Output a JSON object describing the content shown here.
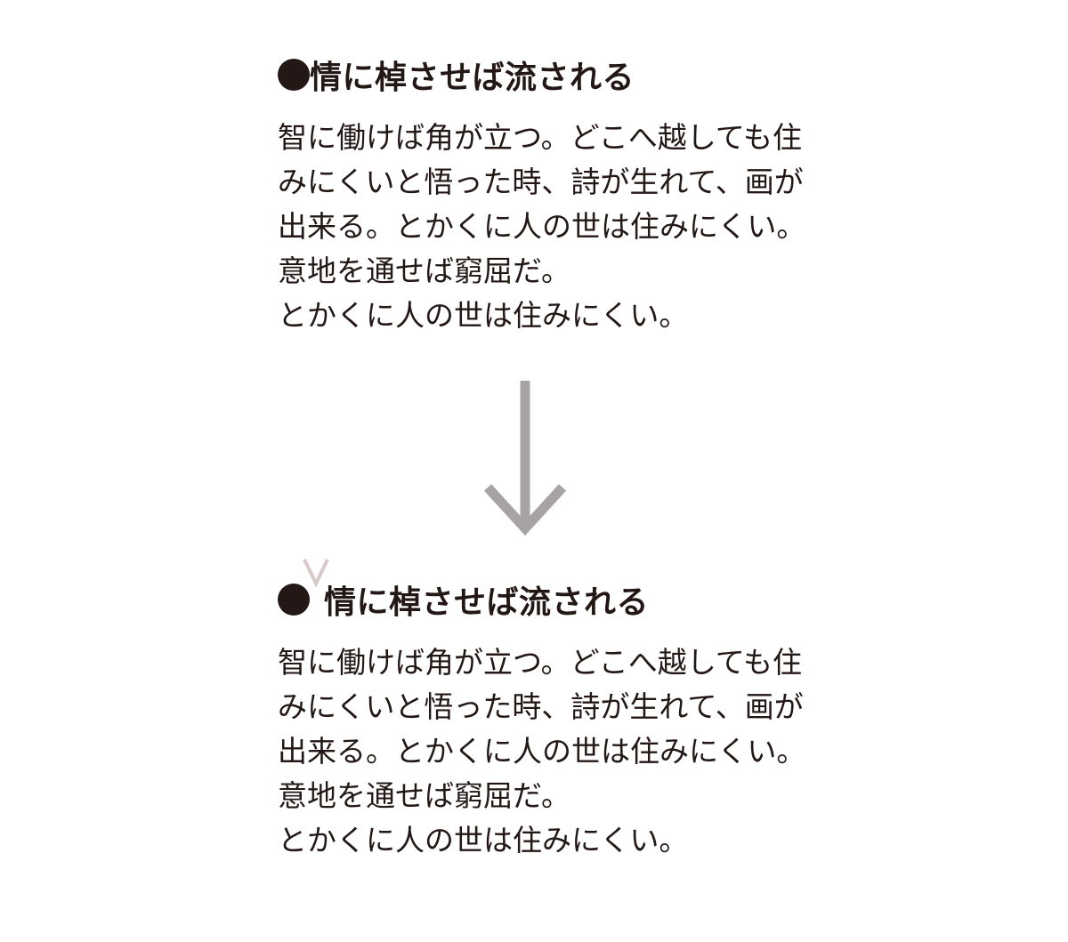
{
  "before": {
    "heading": "情に棹させば流される",
    "lines": [
      "智に働けば角が立つ。どこへ越しても住",
      "みにくいと悟った時、詩が生れて、画が",
      "出来る。とかくに人の世は住みにくい。",
      "意地を通せば窮屈だ。",
      "とかくに人の世は住みにくい。"
    ]
  },
  "after": {
    "heading": "情に棹させば流される",
    "lines": [
      "智に働けば角が立つ。どこへ越しても住",
      "みにくいと悟った時、詩が生れて、画が",
      "出来る。とかくに人の世は住みにくい。",
      "意地を通せば窮屈だ。",
      "とかくに人の世は住みにくい。"
    ]
  },
  "colors": {
    "text": "#231815",
    "arrow": "#a7a3a4",
    "caret": "#d9c9c9"
  },
  "icons": {
    "bullet": "filled-circle-icon",
    "arrow": "arrow-down-icon",
    "caret": "insert-caret-icon"
  }
}
